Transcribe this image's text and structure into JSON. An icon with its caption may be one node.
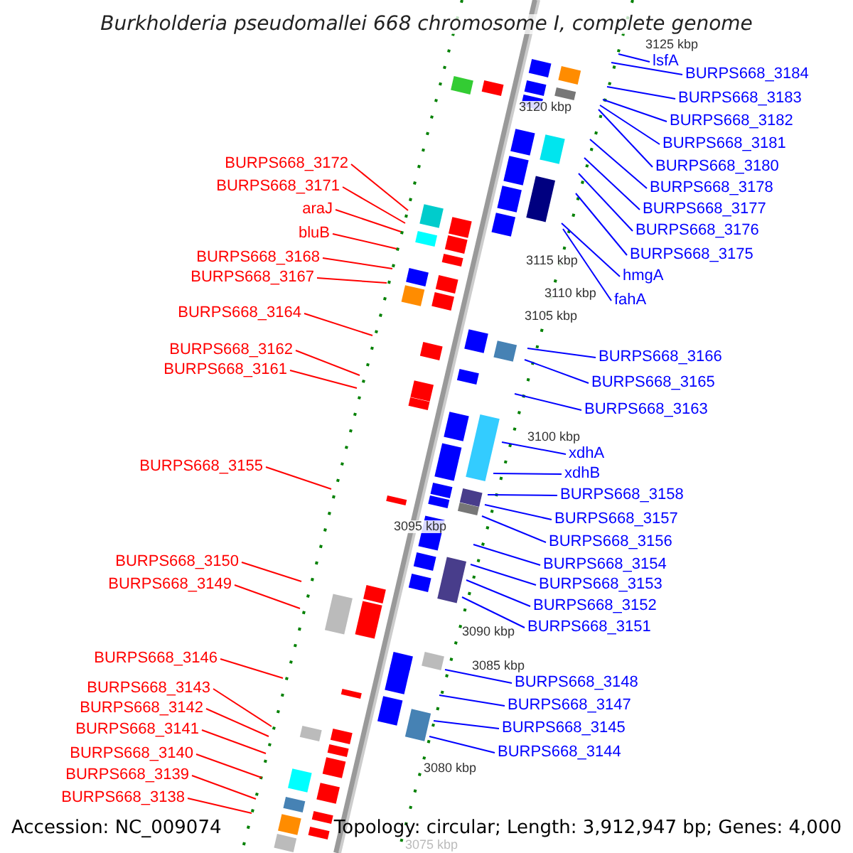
{
  "diagram": {
    "title": "Burkholderia pseudomallei 668 chromosome I, complete genome",
    "nodes": [
      {
        "text": [
          "BURPS668_3172"
        ]
      },
      {
        "text": [
          "BURPS668_3171"
        ]
      },
      {
        "text": [
          "araJ"
        ]
      },
      {
        "text": [
          "bluB"
        ]
      },
      {
        "text": [
          "BURPS668_3168"
        ]
      },
      {
        "text": [
          "BURPS668_3167"
        ]
      },
      {
        "text": [
          "BURPS668_3164"
        ]
      },
      {
        "text": [
          "BURPS668_3162"
        ]
      },
      {
        "text": [
          "BURPS668_3161"
        ]
      },
      {
        "text": [
          "BURPS668_3155"
        ]
      },
      {
        "text": [
          "BURPS668_3150"
        ]
      },
      {
        "text": [
          "BURPS668_3149"
        ]
      },
      {
        "text": [
          "BURPS668_3146"
        ]
      },
      {
        "text": [
          "BURPS668_3143"
        ]
      },
      {
        "text": [
          "BURPS668_3142"
        ]
      },
      {
        "text": [
          "BURPS668_3141"
        ]
      },
      {
        "text": [
          "BURPS668_3140"
        ]
      },
      {
        "text": [
          "BURPS668_3139"
        ]
      },
      {
        "text": [
          "BURPS668_3138"
        ]
      },
      {
        "text": [
          "lsfA"
        ]
      },
      {
        "text": [
          "BURPS668_3184"
        ]
      },
      {
        "text": [
          "BURPS668_3183"
        ]
      },
      {
        "text": [
          "BURPS668_3182"
        ]
      },
      {
        "text": [
          "BURPS668_3181"
        ]
      },
      {
        "text": [
          "BURPS668_3180"
        ]
      },
      {
        "text": [
          "BURPS668_3178"
        ]
      },
      {
        "text": [
          "BURPS668_3177"
        ]
      },
      {
        "text": [
          "BURPS668_3176"
        ]
      },
      {
        "text": [
          "BURPS668_3175"
        ]
      },
      {
        "text": [
          "hmgA"
        ]
      },
      {
        "text": [
          "fahA"
        ]
      },
      {
        "text": [
          "BURPS668_3166"
        ]
      },
      {
        "text": [
          "BURPS668_3165"
        ]
      },
      {
        "text": [
          "BURPS668_3163"
        ]
      },
      {
        "text": [
          "xdhA"
        ]
      },
      {
        "text": [
          "xdhB"
        ]
      },
      {
        "text": [
          "BURPS668_3158"
        ]
      },
      {
        "text": [
          "BURPS668_3157"
        ]
      },
      {
        "text": [
          "BURPS668_3156"
        ]
      },
      {
        "text": [
          "BURPS668_3154"
        ]
      },
      {
        "text": [
          "BURPS668_3153"
        ]
      },
      {
        "text": [
          "BURPS668_3152"
        ]
      },
      {
        "text": [
          "BURPS668_3151"
        ]
      },
      {
        "text": [
          "BURPS668_3148"
        ]
      },
      {
        "text": [
          "BURPS668_3147"
        ]
      },
      {
        "text": [
          "BURPS668_3145"
        ]
      },
      {
        "text": [
          "BURPS668_3144"
        ]
      }
    ],
    "edges": [
      {
        "from": 0,
        "to": null,
        "arrow": "none",
        "color": "#ff0000"
      },
      {
        "from": 1,
        "to": null,
        "arrow": "none",
        "color": "#ff0000"
      },
      {
        "from": 2,
        "to": null,
        "arrow": "none",
        "color": "#ff0000"
      },
      {
        "from": 3,
        "to": null,
        "arrow": "none",
        "color": "#ff0000"
      },
      {
        "from": 4,
        "to": null,
        "arrow": "none",
        "color": "#ff0000"
      },
      {
        "from": 5,
        "to": null,
        "arrow": "none",
        "color": "#ff0000"
      },
      {
        "from": 6,
        "to": null,
        "arrow": "none",
        "color": "#ff0000"
      },
      {
        "from": 7,
        "to": null,
        "arrow": "none",
        "color": "#ff0000"
      },
      {
        "from": 8,
        "to": null,
        "arrow": "none",
        "color": "#ff0000"
      },
      {
        "from": 9,
        "to": null,
        "arrow": "none",
        "color": "#ff0000"
      },
      {
        "from": 10,
        "to": null,
        "arrow": "none",
        "color": "#ff0000"
      },
      {
        "from": 11,
        "to": null,
        "arrow": "none",
        "color": "#ff0000"
      },
      {
        "from": 12,
        "to": null,
        "arrow": "none",
        "color": "#ff0000"
      },
      {
        "from": 13,
        "to": null,
        "arrow": "none",
        "color": "#ff0000"
      },
      {
        "from": 14,
        "to": null,
        "arrow": "none",
        "color": "#ff0000"
      },
      {
        "from": 15,
        "to": null,
        "arrow": "none",
        "color": "#ff0000"
      },
      {
        "from": 16,
        "to": null,
        "arrow": "none",
        "color": "#ff0000"
      },
      {
        "from": 17,
        "to": null,
        "arrow": "none",
        "color": "#ff0000"
      },
      {
        "from": 18,
        "to": null,
        "arrow": "none",
        "color": "#ff0000"
      },
      {
        "from": 19,
        "to": null,
        "arrow": "none"
      },
      {
        "from": 20,
        "to": null,
        "arrow": "none"
      },
      {
        "from": 21,
        "to": null,
        "arrow": "none"
      },
      {
        "from": 22,
        "to": null,
        "arrow": "none"
      },
      {
        "from": 23,
        "to": null,
        "arrow": "none"
      },
      {
        "from": 24,
        "to": null,
        "arrow": "none"
      },
      {
        "from": 25,
        "to": null,
        "arrow": "none"
      },
      {
        "from": 26,
        "to": null,
        "arrow": "none"
      },
      {
        "from": 27,
        "to": null,
        "arrow": "none"
      },
      {
        "from": 28,
        "to": null,
        "arrow": "none"
      },
      {
        "from": 29,
        "to": null,
        "arrow": "none"
      },
      {
        "from": 30,
        "to": null,
        "arrow": "none"
      },
      {
        "from": 31,
        "to": null,
        "arrow": "none"
      },
      {
        "from": 32,
        "to": null,
        "arrow": "none"
      },
      {
        "from": 33,
        "to": null,
        "arrow": "none"
      },
      {
        "from": 34,
        "to": null,
        "arrow": "none"
      },
      {
        "from": 35,
        "to": null,
        "arrow": "none"
      },
      {
        "from": 36,
        "to": null,
        "arrow": "none"
      },
      {
        "from": 37,
        "to": null,
        "arrow": "none"
      },
      {
        "from": 38,
        "to": null,
        "arrow": "none"
      },
      {
        "from": 39,
        "to": null,
        "arrow": "none"
      },
      {
        "from": 40,
        "to": null,
        "arrow": "none"
      },
      {
        "from": 41,
        "to": null,
        "arrow": "none"
      },
      {
        "from": 42,
        "to": null,
        "arrow": "none"
      },
      {
        "from": 43,
        "to": null,
        "arrow": "none"
      },
      {
        "from": 44,
        "to": null,
        "arrow": "none"
      },
      {
        "from": 45,
        "to": null,
        "arrow": "none"
      },
      {
        "from": 46,
        "to": null,
        "arrow": "none"
      }
    ],
    "labels": [
      "3125 kbp",
      "3120 kbp",
      "3115 kbp",
      "3110 kbp",
      "3105 kbp",
      "3100 kbp",
      "3095 kbp",
      "3090 kbp",
      "3085 kbp",
      "3080 kbp",
      "Accession: NC_009074",
      "Topology: circular; Length: 3,912,947 bp; Genes: 4,000",
      "3075 kbp"
    ]
  }
}
